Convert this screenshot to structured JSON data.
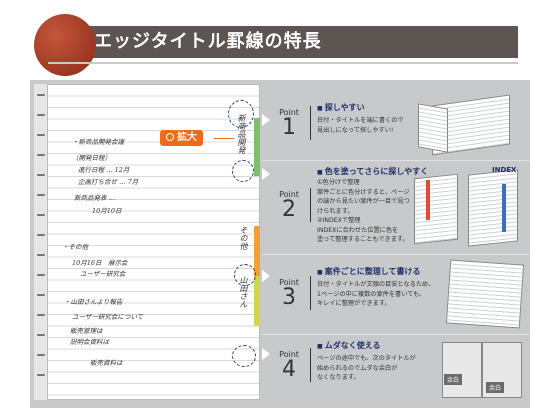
{
  "header": {
    "title": "エッジタイトル罫線の特長"
  },
  "badge": {
    "label": "拡大"
  },
  "notebook": {
    "lines": [
      "・新商品開発会議",
      "〔開発日程〕",
      "進行日程 … 12月",
      "企画打ち合せ … 7月",
      "新商品発表 …",
      "10月10日　",
      "・その他",
      "10月16日　展示会",
      "ユーザー研究会",
      "・山田さんより報告",
      "ユーザー研究会について",
      "販売管理は",
      "説明会資料は",
      "販売資料は"
    ],
    "vertical_marks": [
      "新商品開発",
      "その他",
      "山田さん"
    ]
  },
  "points": [
    {
      "word": "Point",
      "num": "1",
      "title": "探しやすい",
      "body": [
        "日付・タイトルを端に書くので",
        "見出しになって探しやすい!"
      ]
    },
    {
      "word": "Point",
      "num": "2",
      "title": "色を塗ってさらに探しやすく",
      "body": [
        "①色分けで整理",
        "案件ごとに色分けすると、ページ",
        "の端から見たい案件が一目で見つ",
        "けられます。",
        "②INDEXで整理",
        "INDEXに合わせた位置に色を",
        "塗って整理することもできます。"
      ],
      "index_label": "INDEX"
    },
    {
      "word": "Point",
      "num": "3",
      "title": "案件ごとに整理して書ける",
      "body": [
        "日付・タイトルが文頭の目安となるため、",
        "1ページの中に複数の案件を書いても、",
        "キレイに整理ができます。"
      ]
    },
    {
      "word": "Point",
      "num": "4",
      "title": "ムダなく使える",
      "body": [
        "ページの途中でも、次のタイトルが",
        "始められるのでムダな余白が",
        "なくなります。"
      ],
      "tags": [
        "余白",
        "余白"
      ]
    }
  ]
}
